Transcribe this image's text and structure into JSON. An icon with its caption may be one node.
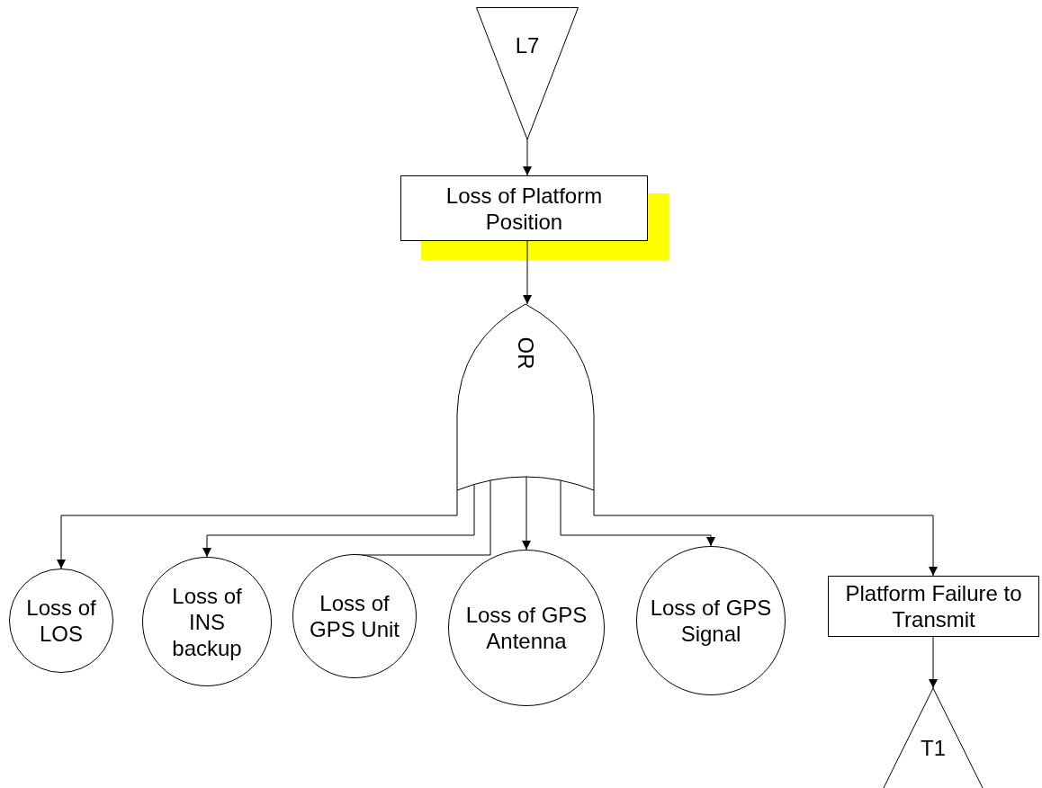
{
  "diagram": {
    "nodes": [
      {
        "text": [
          "L7"
        ]
      },
      {
        "text": [
          "Loss of Platform Position"
        ]
      },
      {
        "text": [
          "OR"
        ]
      },
      {
        "text": [
          "Loss of LOS"
        ]
      },
      {
        "text": [
          "Loss of INS backup"
        ]
      },
      {
        "text": [
          "Loss of GPS Unit"
        ]
      },
      {
        "text": [
          "Loss of GPS Antenna"
        ]
      },
      {
        "text": [
          "Loss of GPS Signal"
        ]
      },
      {
        "text": [
          "Platform Failure to Transmit"
        ]
      },
      {
        "text": [
          "T1"
        ]
      }
    ],
    "edges": [
      {
        "from": 0,
        "to": 1,
        "arrow": "to"
      },
      {
        "from": 1,
        "to": 2,
        "arrow": "to"
      },
      {
        "from": 2,
        "to": 3,
        "arrow": "to"
      },
      {
        "from": 2,
        "to": 4,
        "arrow": "to"
      },
      {
        "from": 2,
        "to": 5,
        "arrow": "to"
      },
      {
        "from": 2,
        "to": 6,
        "arrow": "to"
      },
      {
        "from": 2,
        "to": 7,
        "arrow": "to"
      },
      {
        "from": 2,
        "to": 8,
        "arrow": "to"
      },
      {
        "from": 8,
        "to": 9,
        "arrow": "to"
      }
    ]
  }
}
